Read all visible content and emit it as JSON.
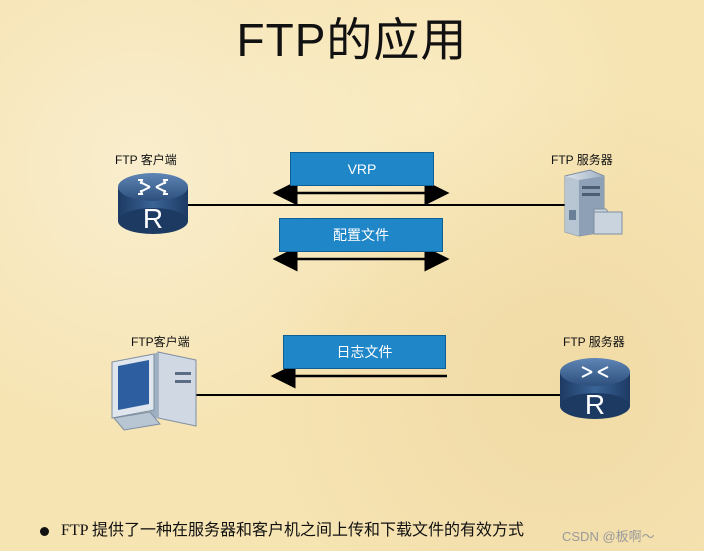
{
  "title": "FTP的应用",
  "top": {
    "client_label": "FTP 客户端",
    "server_label": "FTP 服务器",
    "box1": "VRP",
    "box2": "配置文件"
  },
  "bottom": {
    "client_label": "FTP客户端",
    "server_label": "FTP 服务器",
    "box": "日志文件"
  },
  "bullet": "FTP 提供了一种在服务器和客户机之间上传和下载文件的有效方式",
  "watermark": "CSDN @板啊～",
  "router_letter": "R",
  "colors": {
    "box": "#1f86c8",
    "router": "#2d4f7d",
    "background": "#f6e4b3"
  }
}
